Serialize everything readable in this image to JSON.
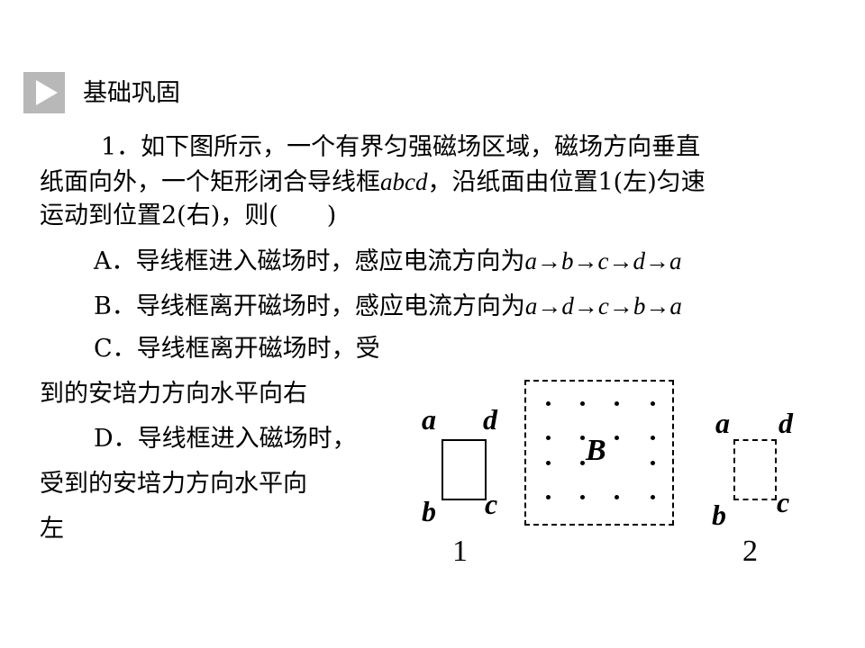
{
  "section": {
    "icon": "play-triangle-icon",
    "title": "基础巩固"
  },
  "question": {
    "stem_lines": [
      "1．如下图所示，一个有界匀强磁场区域，磁场方向垂直",
      "纸面向外，一个矩形闭合导线框",
      "，沿纸面由位置1(左)匀速",
      "运动到位置2(右)，则(　　)"
    ],
    "frame_name": "abcd",
    "options": {
      "a": {
        "prefix": "A．",
        "text": "导线框进入磁场时，感应电流方向为",
        "path": "a→b→c→d→a"
      },
      "b": {
        "prefix": "B．",
        "text": "导线框离开磁场时，感应电流方向为",
        "path": "a→d→c→b→a"
      },
      "c": {
        "prefix": "C．",
        "line1": "导线框离开磁场时，受",
        "line2": "到的安培力方向水平向右"
      },
      "d": {
        "prefix": "D．",
        "line1": "导线框进入磁场时，",
        "line2": "受到的安培力方向水平向",
        "line3": "左"
      }
    }
  },
  "figure": {
    "field_label": "B",
    "position1": {
      "a": "a",
      "b": "b",
      "c": "c",
      "d": "d",
      "number": "1"
    },
    "position2": {
      "a": "a",
      "b": "b",
      "c": "c",
      "d": "d",
      "number": "2"
    }
  }
}
